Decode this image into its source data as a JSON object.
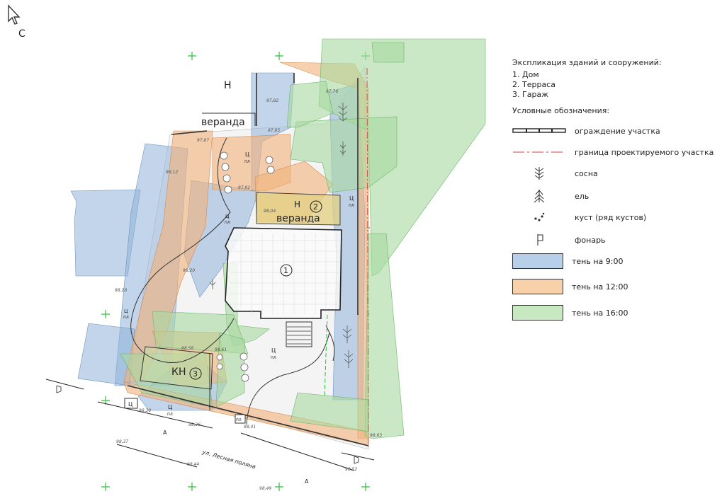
{
  "cursor_letter": "C",
  "plan": {
    "north_mark": "Н",
    "veranda_top": "веранда",
    "north_mark_2": "Н",
    "veranda_label": "веранда",
    "house_number": "1",
    "terrace_number": "2",
    "garage_code": "КН",
    "garage_number": "3",
    "cz": "Ц",
    "pl": "пл",
    "street": "ул. Лесная поляна",
    "section_a": "А",
    "elevations": [
      "97,76",
      "97,82",
      "97,85",
      "97,87",
      "97,92",
      "98,04",
      "98,12",
      "98,20",
      "98,28",
      "98,30",
      "98,36",
      "98,37",
      "98,41",
      "98,44",
      "98,49",
      "98,52",
      "98,58",
      "98,61",
      "98,63"
    ],
    "colors": {
      "shadow_9": "#8fb3d9",
      "shadow_12": "#f2b27a",
      "shadow_16": "#a8d8a0",
      "boundary": "#d04040",
      "cross": "#2bc23b"
    }
  },
  "legend": {
    "explication_title": "Экспликация зданий и сооружений:",
    "explication": [
      "1.  Дом",
      "2.  Терраса",
      "3.  Гараж"
    ],
    "symbols_title": "Условные обозначения:",
    "items": [
      {
        "icon": "fence-icon",
        "label": "ограждение участка"
      },
      {
        "icon": "boundary-line-icon",
        "label": "граница проектируемого участка"
      },
      {
        "icon": "pine-icon",
        "label": "сосна"
      },
      {
        "icon": "spruce-icon",
        "label": "ель"
      },
      {
        "icon": "bush-icon",
        "label": "куст (ряд кустов)"
      },
      {
        "icon": "lamp-icon",
        "label": "фонарь"
      }
    ],
    "shadows": [
      {
        "label": "тень на 9:00",
        "color": "#b7cfe8"
      },
      {
        "label": "тень на 12:00",
        "color": "#f8d0aa"
      },
      {
        "label": "тень на 16:00",
        "color": "#c8e8c2"
      }
    ]
  }
}
